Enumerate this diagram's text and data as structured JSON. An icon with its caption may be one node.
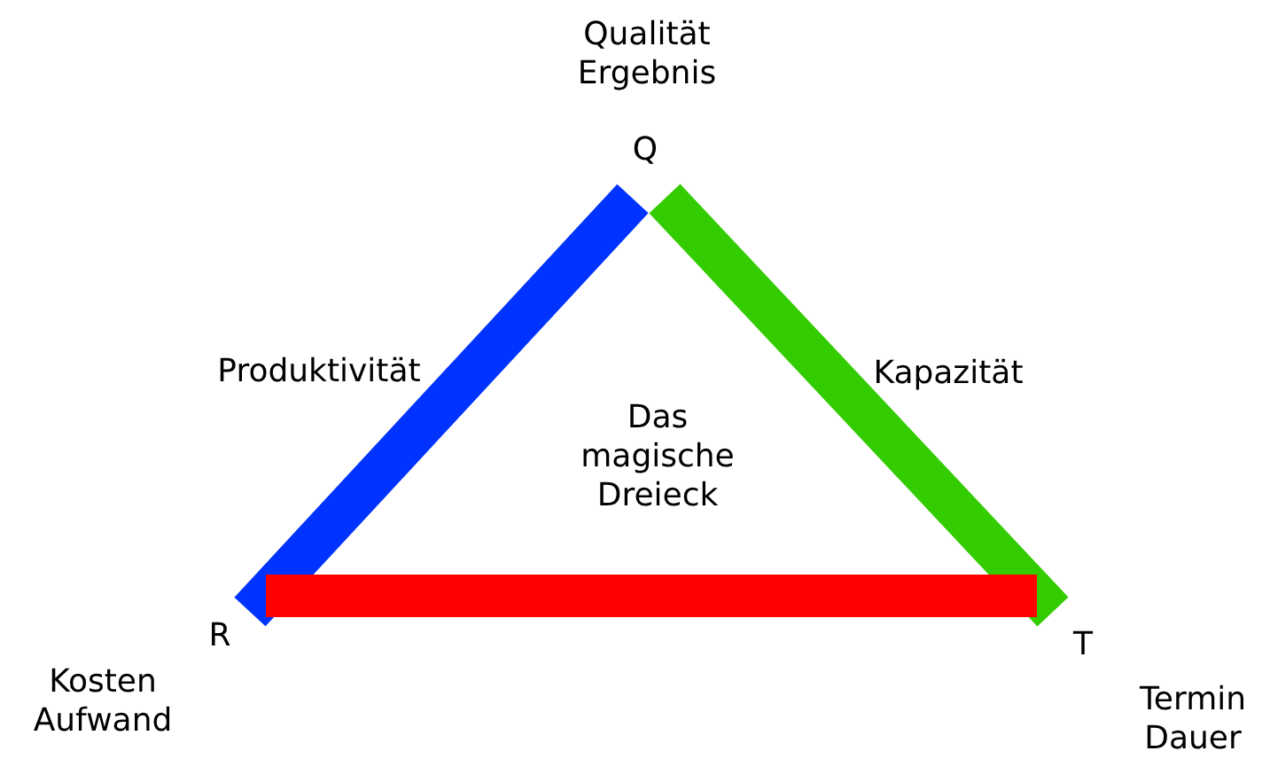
{
  "diagram": {
    "nodes": [
      {
        "text": [
          "Q"
        ],
        "beside": [
          "Qualität Ergebnis"
        ]
      },
      {
        "text": [
          "R"
        ],
        "beside": [
          "Kosten Aufwand"
        ]
      },
      {
        "text": [
          "T"
        ],
        "beside": [
          "Termin Dauer"
        ]
      }
    ],
    "edges": [
      {
        "from": 0,
        "to": 1,
        "arrow": "none",
        "label": "Produktivität",
        "color": "#0033ff"
      },
      {
        "from": 0,
        "to": 2,
        "arrow": "none",
        "label": "Kapazität",
        "color": "#33cc00"
      },
      {
        "from": 1,
        "to": 2,
        "arrow": "none",
        "color": "#ff0000"
      }
    ],
    "labels": [
      "Das magische Dreieck"
    ]
  }
}
